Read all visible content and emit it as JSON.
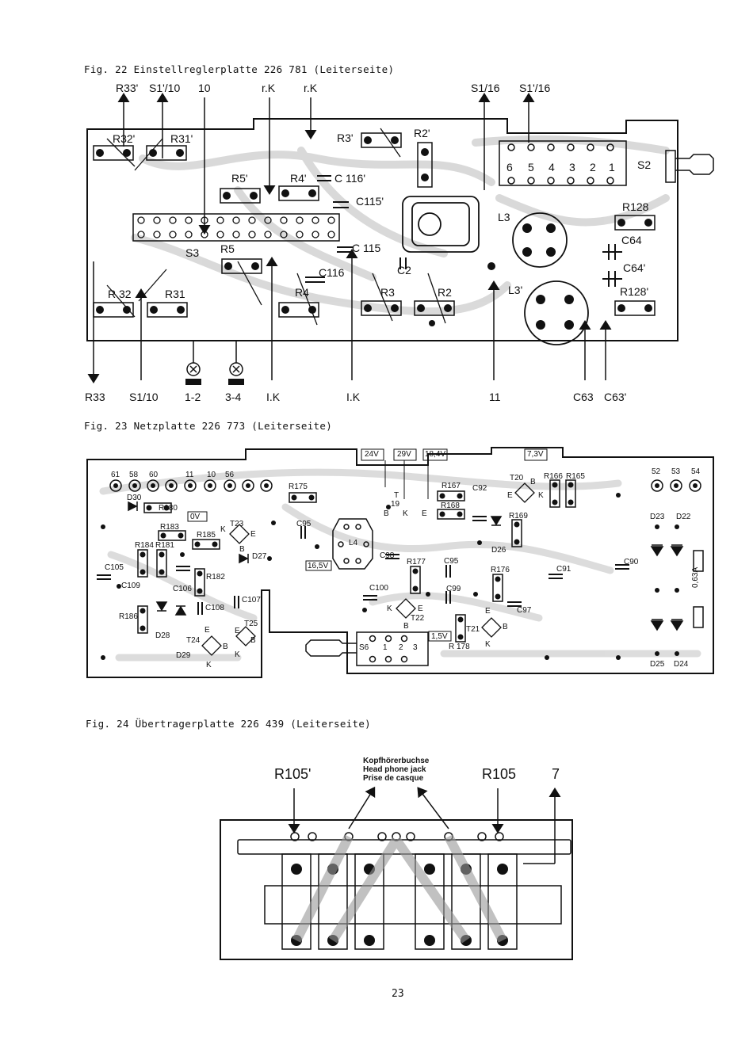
{
  "fig22": {
    "caption": "Fig. 22  Einstellreglerplatte 226 781 (Leiterseite)",
    "top_labels": [
      "R33'",
      "S1'/10",
      "10",
      "r.K",
      "r.K",
      "S1/16",
      "S1'/16"
    ],
    "bottom_labels": [
      "R33",
      "S1/10",
      "1-2",
      "3-4",
      "I.K",
      "I.K",
      "11",
      "C63",
      "C63'"
    ],
    "board_labels": [
      "R32'",
      "R31'",
      "R3'",
      "R2'",
      "S2",
      "6",
      "5",
      "4",
      "3",
      "2",
      "1",
      "R5'",
      "R4'",
      "C 116'",
      "C115'",
      "R128",
      "C64",
      "C64'",
      "R128'",
      "L3",
      "L3'",
      "S3",
      "R5",
      "C 115",
      "C116",
      "C2",
      "R 32",
      "R31",
      "R4",
      "R3",
      "R2"
    ]
  },
  "fig23": {
    "caption": "Fig. 23  Netzplatte 226 773 (Leiterseite)",
    "voltages": [
      "24V",
      "29V",
      "18,4V",
      "7,3V",
      "0V",
      "16,5V",
      "1,5V"
    ],
    "board_labels": [
      "61",
      "58",
      "60",
      "11",
      "10",
      "56",
      "D30",
      "R180",
      "R183",
      "R184",
      "R181",
      "R185",
      "T23",
      "K",
      "E",
      "B",
      "D27",
      "C105",
      "C109",
      "R186",
      "C106",
      "R182",
      "C108",
      "D28",
      "T24",
      "E",
      "B",
      "K",
      "C107",
      "T25",
      "E",
      "B",
      "K",
      "D29",
      "R175",
      "C95",
      "L4",
      "C98",
      "C100",
      "R177",
      "C95",
      "C99",
      "K",
      "E",
      "T22",
      "B",
      "T",
      "19",
      "B",
      "K",
      "E",
      "R167",
      "C92",
      "R168",
      "T20",
      "B",
      "E",
      "K",
      "R166",
      "R165",
      "R169",
      "D26",
      "R176",
      "E",
      "C97",
      "T21",
      "B",
      "K",
      "R 178",
      "C91",
      "C90",
      "S6",
      "1",
      "2",
      "3",
      "52",
      "53",
      "54",
      "D23",
      "D22",
      "0,63A",
      "D25",
      "D24"
    ]
  },
  "fig24": {
    "caption": "Fig. 24  Übertragerplatte 226 439 (Leiterseite)",
    "labels": [
      "R105'",
      "R105",
      "7"
    ],
    "jack": [
      "Kopfhörerbuchse",
      "Head phone jack",
      "Prise de casque"
    ]
  },
  "page_number": "23"
}
